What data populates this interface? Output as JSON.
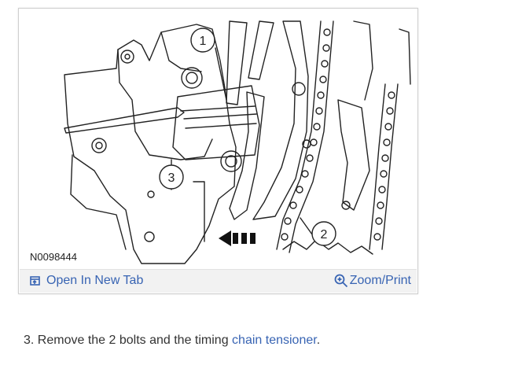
{
  "figure": {
    "image_code": "N0098444",
    "callouts": [
      "1",
      "2",
      "3"
    ],
    "open_tab_label": "Open In New Tab",
    "zoom_print_label": "Zoom/Print"
  },
  "instruction": {
    "step_prefix": "3. Remove the 2 bolts and the timing ",
    "link_text": "chain tensioner",
    "step_suffix": "."
  },
  "colors": {
    "link": "#3864b3",
    "diagram_line": "#222222"
  },
  "icons": [
    "open-in-new-tab-icon",
    "zoom-magnifier-icon",
    "direction-arrow-icon"
  ]
}
